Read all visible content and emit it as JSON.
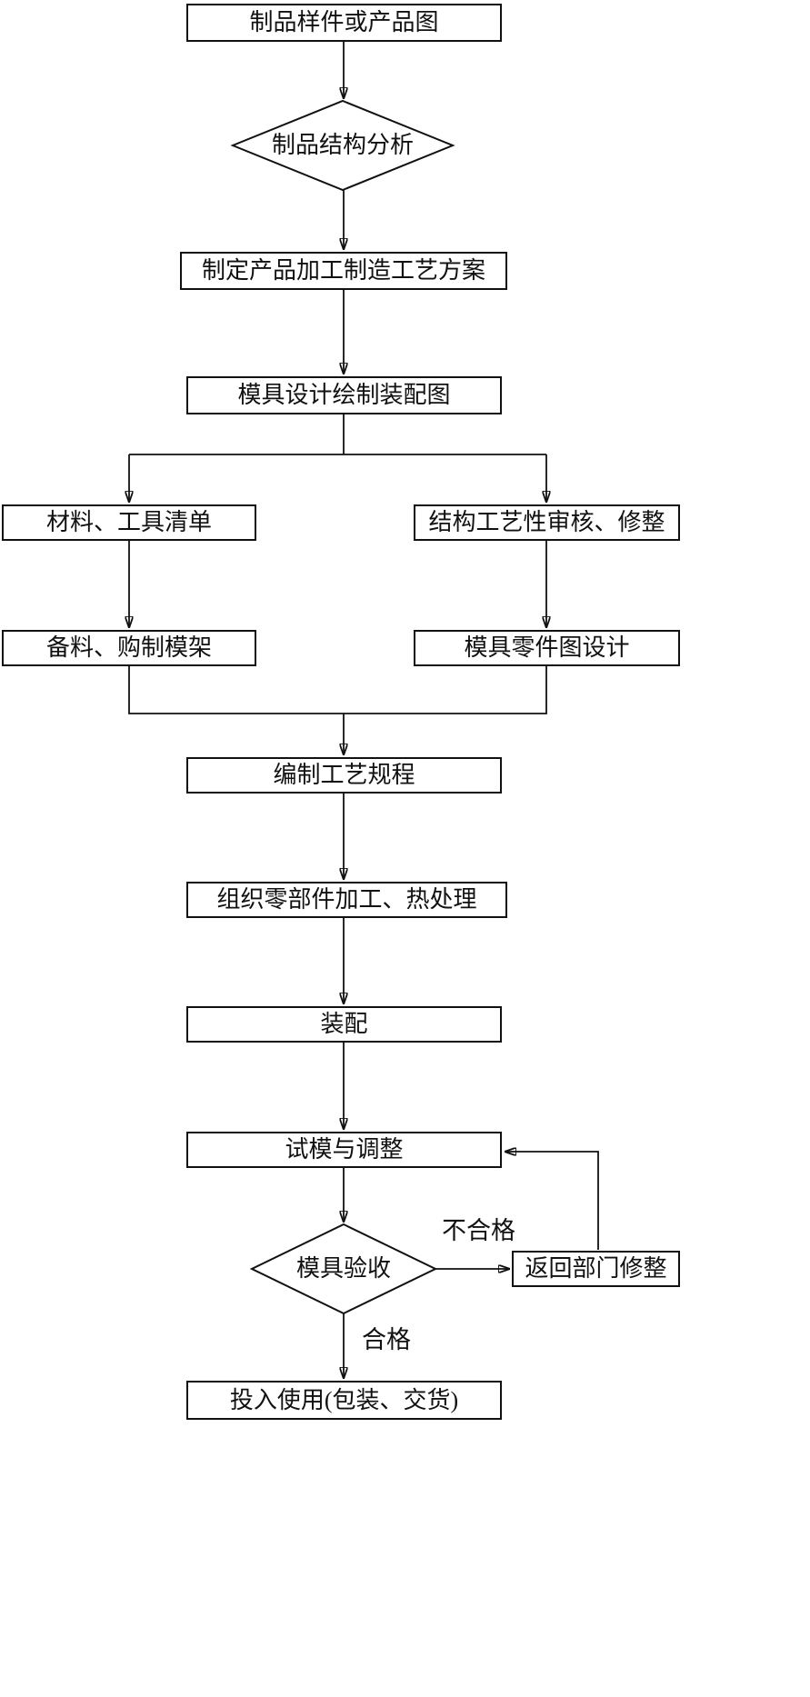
{
  "nodes": {
    "product_sample": "制品样件或产品图",
    "structure_analysis": "制品结构分析",
    "process_plan": "制定产品加工制造工艺方案",
    "assembly_drawing": "模具设计绘制装配图",
    "material_list": "材料、工具清单",
    "review": "结构工艺性审核、修整",
    "prepare_material": "备料、购制模架",
    "parts_design": "模具零件图设计",
    "process_spec": "编制工艺规程",
    "parts_processing": "组织零部件加工、热处理",
    "assembly": "装配",
    "trial": "试模与调整",
    "acceptance": "模具验收",
    "rework": "返回部门修整",
    "delivery": "投入使用(包装、交货)"
  },
  "edge_labels": {
    "fail": "不合格",
    "pass": "合格"
  },
  "colors": {
    "line": "#111111",
    "background": "#ffffff"
  }
}
